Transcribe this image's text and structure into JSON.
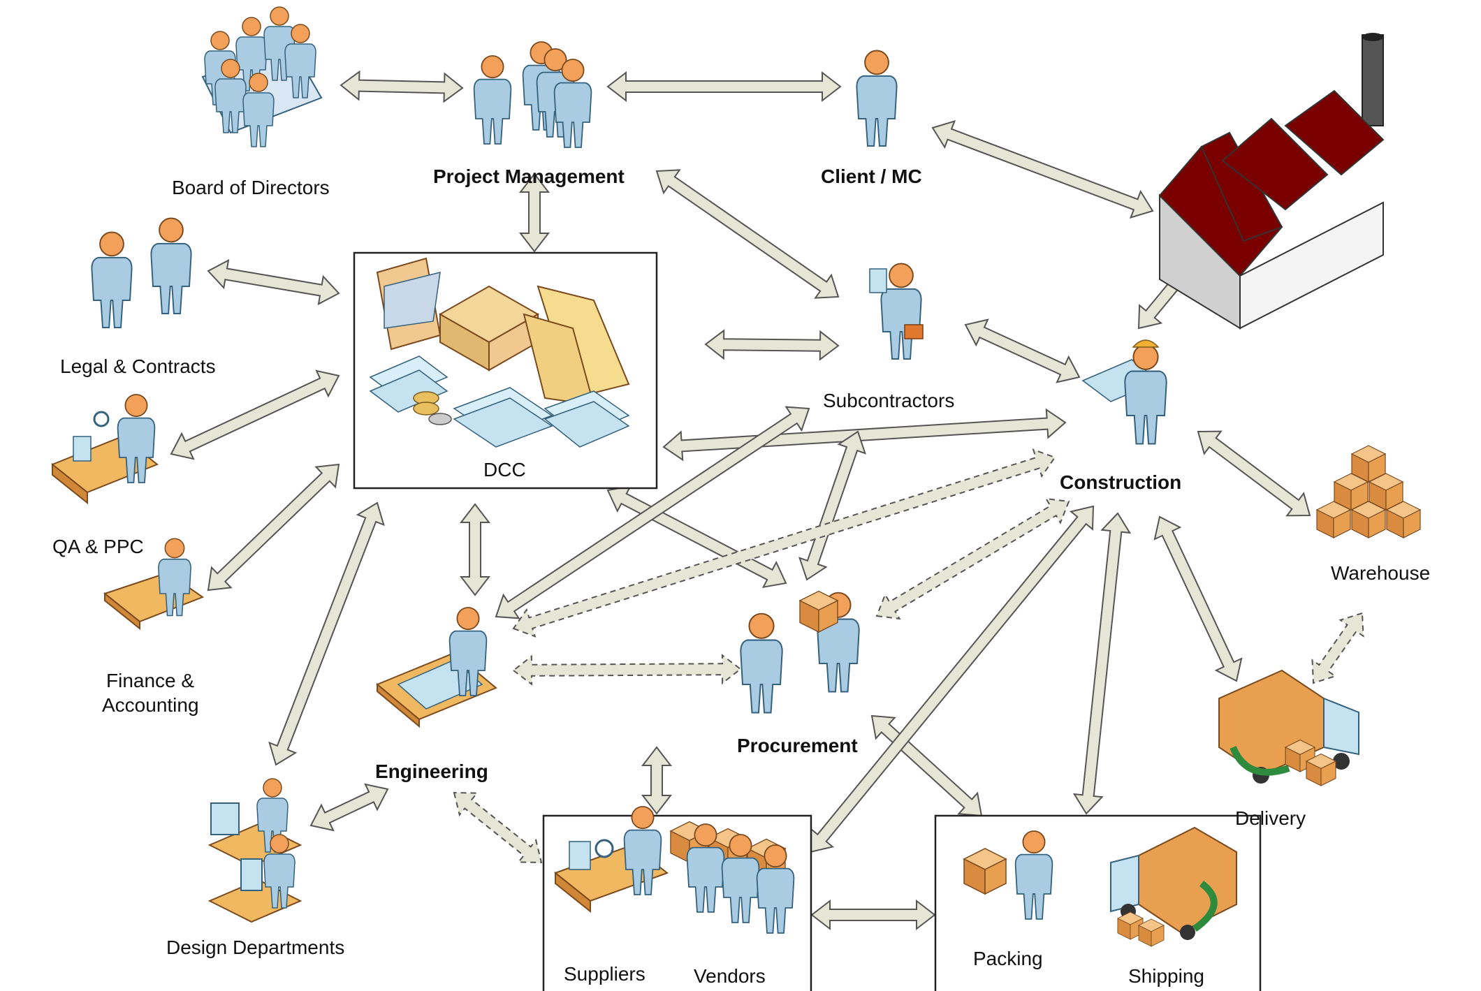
{
  "nodes": {
    "board": "Board of Directors",
    "project_management": "Project Management",
    "client": "Client / MC",
    "legal": "Legal & Contracts",
    "dcc": "DCC",
    "subcontractors": "Subcontractors",
    "construction": "Construction",
    "qa": "QA & PPC",
    "finance_line1": "Finance &",
    "finance_line2": "Accounting",
    "engineering": "Engineering",
    "procurement": "Procurement",
    "warehouse": "Warehouse",
    "delivery": "Delivery",
    "design": "Design Departments",
    "suppliers": "Suppliers",
    "vendors": "Vendors",
    "packing": "Packing",
    "shipping": "Shipping"
  },
  "colors": {
    "arrow_fill": "#e6e6d6",
    "arrow_stroke": "#555555",
    "factory_roof": "#7a0000",
    "person_body": "#a9cce3",
    "person_head": "#f2a05a",
    "box_orange": "#e8a050",
    "desk": "#f0b860"
  },
  "icons": [
    "meeting-table-icon",
    "people-group-icon",
    "factory-icon",
    "handshake-icon",
    "folders-documents-icon",
    "clipboard-person-icon",
    "worker-hardhat-icon",
    "inspection-conveyor-icon",
    "desk-worker-icon",
    "engineer-desk-icon",
    "procurement-handover-icon",
    "boxes-stack-icon",
    "delivery-truck-icon",
    "computer-workstation-icon",
    "conveyor-machine-icon",
    "vendor-boxes-icon",
    "packing-box-icon",
    "shipping-truck-icon"
  ]
}
